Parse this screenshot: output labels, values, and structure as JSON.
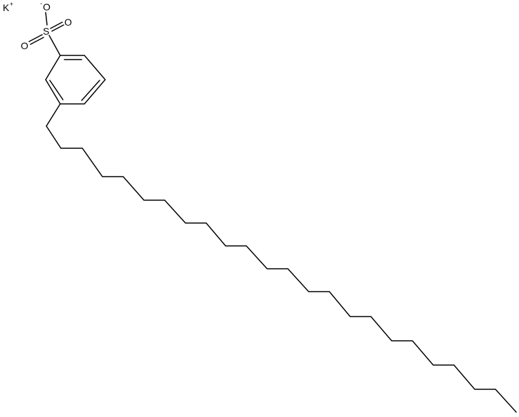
{
  "atoms": {
    "counterion": {
      "symbol": "K",
      "charge": "+"
    },
    "sulfur": {
      "symbol": "S"
    },
    "oxygen_anion": {
      "symbol": "O",
      "charge": "-"
    },
    "oxygen_right": {
      "symbol": "O"
    },
    "oxygen_left": {
      "symbol": "O"
    }
  },
  "chain_carbons": 24,
  "ring": "benzene",
  "colors": {
    "bond": "#000000",
    "background": "#ffffff"
  }
}
